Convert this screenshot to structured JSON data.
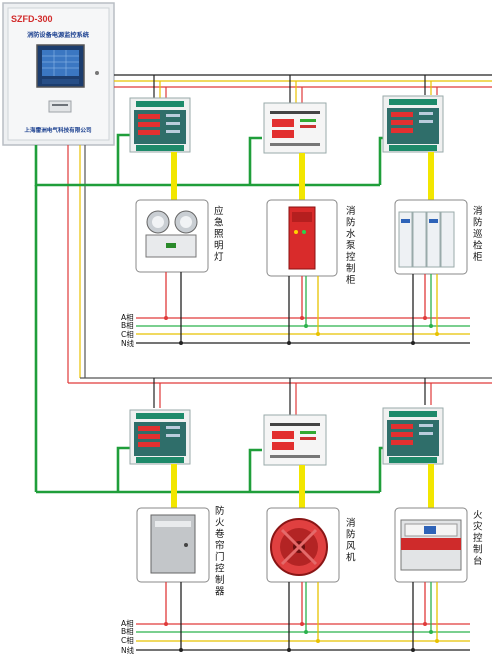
{
  "monitor_cabinet": {
    "model": "SZFD-300",
    "system_name": "消防设备电源监控系统",
    "company": "上海雷洲电气科技有限公司"
  },
  "colors": {
    "bus_green": "#1f9e3a",
    "feed_yellow": "#f2e600",
    "phase_a": "#e03a3a",
    "phase_b": "#2bb24c",
    "phase_c": "#e8c200",
    "neutral": "#222222",
    "module_teal": "#2f6e6a",
    "display_red": "#e23030"
  },
  "phase_labels": [
    "A相",
    "B相",
    "C相",
    "N线"
  ],
  "equipment_top": [
    {
      "id": "emergency-light",
      "label": "应急照明灯"
    },
    {
      "id": "fire-pump-cabinet",
      "label": "消防水泵控制柜"
    },
    {
      "id": "fire-inspection-cabinet",
      "label": "消防巡检柜"
    }
  ],
  "equipment_bottom": [
    {
      "id": "shutter-door-controller",
      "label": "防火卷帘门控制器"
    },
    {
      "id": "fire-fan",
      "label": "消防风机"
    },
    {
      "id": "fire-control-console",
      "label": "火灾控制台"
    }
  ]
}
